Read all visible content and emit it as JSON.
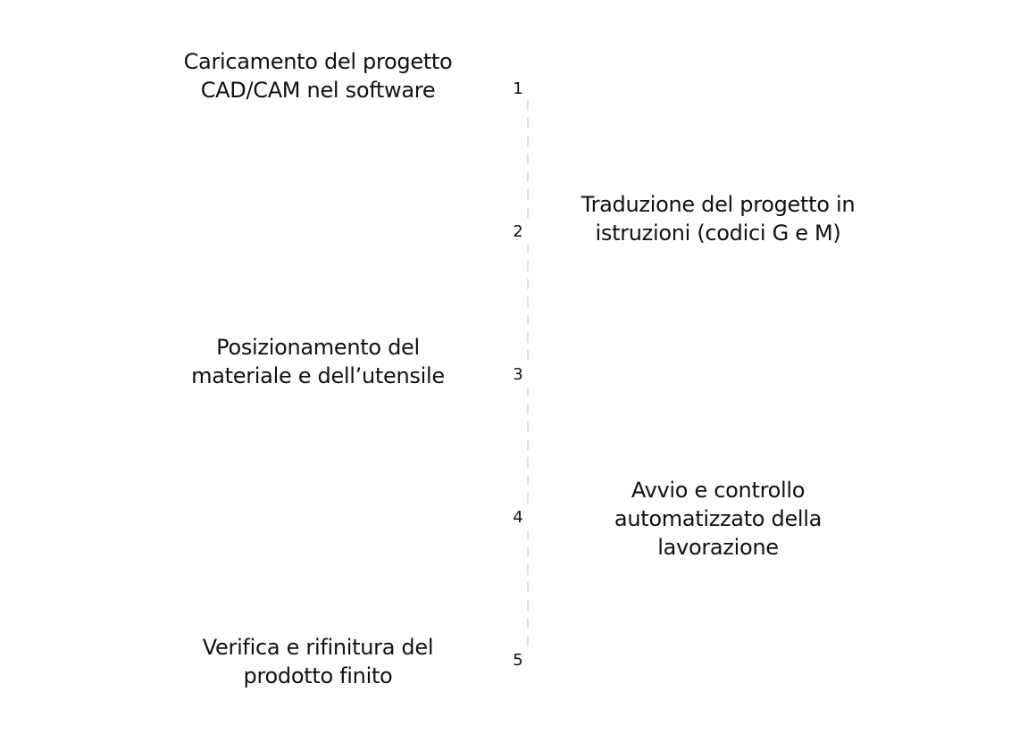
{
  "steps": [
    {
      "number": "1",
      "label": "Caricamento del progetto CAD/CAM nel software",
      "side": "left"
    },
    {
      "number": "2",
      "label": "Traduzione del progetto in istruzioni (codici G e M)",
      "side": "right"
    },
    {
      "number": "3",
      "label": "Posizionamento del materiale e dell’utensile",
      "side": "left"
    },
    {
      "number": "4",
      "label": "Avvio e controllo automatizzato della lavorazione",
      "side": "right"
    },
    {
      "number": "5",
      "label": "Verifica e rifinitura del prodotto finito",
      "side": "left"
    }
  ],
  "colors": {
    "text": "#111111",
    "connector": "#e2e2e2",
    "background": "#ffffff"
  }
}
